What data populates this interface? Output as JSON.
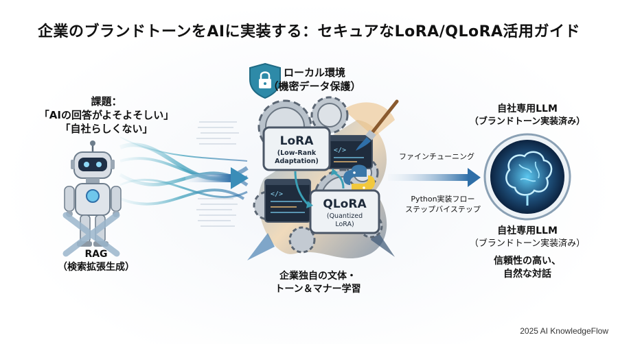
{
  "title": "企業のブランドトーンをAIに実装する：セキュアなLoRA/QLoRA活用ガイド",
  "problem": {
    "heading": "課題：",
    "quote_line1": "「AIの回答がよそよそしい」",
    "quote_line2": "「自社らしくない」"
  },
  "rag": {
    "line1": "RAG",
    "line2": "（検索拡張生成）"
  },
  "local_env": {
    "line1": "ローカル環境",
    "line2": "（機密データ保護）"
  },
  "lora_card": {
    "title": "LoRA",
    "sub_line1": "(Low-Rank",
    "sub_line2": "Adaptation)"
  },
  "qlora_card": {
    "title": "QLoRA",
    "sub_line1": "(Quantized",
    "sub_line2": "LoRA)"
  },
  "fine_tuning": "ファインチューニング",
  "python_flow": {
    "line1": "Python実装フロー",
    "line2": "ステップバイステップ"
  },
  "learning": {
    "line1": "企業独自の文体・",
    "line2": "トーン＆マナー学習"
  },
  "llm_top": {
    "line1": "自社専用LLM",
    "line2": "（ブランドトーン実装済み）"
  },
  "llm_bottom": {
    "line1": "自社専用LLM",
    "line2": "（ブランドトーン実装済み）"
  },
  "trust": {
    "line1": "信頼性の高い、",
    "line2": "自然な対話"
  },
  "credit": "2025 AI KnowledgeFlow",
  "icons": [
    "robot-icon",
    "cross-mark-icon",
    "shield-lock-icon",
    "gear-icon",
    "python-logo-icon",
    "code-window-icon",
    "paintbrush-icon",
    "brain-icon",
    "flow-arrow-icon"
  ],
  "colors": {
    "accent_blue": "#2f6fa8",
    "teal": "#3a9fb5",
    "card_border": "#4a5666",
    "brain_glow": "#5cc8f0",
    "cross": "#9bb6cc"
  }
}
